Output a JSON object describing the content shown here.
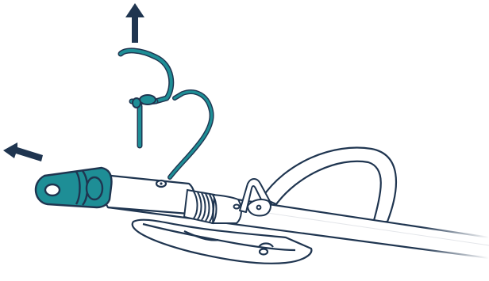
{
  "colors": {
    "outline": "#1f3550",
    "accent": "#1e8e96",
    "fill": "#ffffff",
    "shade": "#e9eef2",
    "background": "#ffffff"
  },
  "parts": [
    {
      "id": "up-arrow",
      "icon": "arrow-up-icon"
    },
    {
      "id": "left-arrow",
      "icon": "arrow-left-icon"
    },
    {
      "id": "lynch-pin",
      "icon": "clip-pin-icon"
    },
    {
      "id": "end-fitting",
      "icon": "eye-end-icon"
    },
    {
      "id": "boom-tube",
      "icon": "tube-icon"
    },
    {
      "id": "spring-collar",
      "icon": "spring-icon"
    },
    {
      "id": "strap",
      "icon": "strap-icon"
    },
    {
      "id": "buckle",
      "icon": "buckle-icon"
    },
    {
      "id": "saddle-plate",
      "icon": "saddle-icon"
    }
  ]
}
